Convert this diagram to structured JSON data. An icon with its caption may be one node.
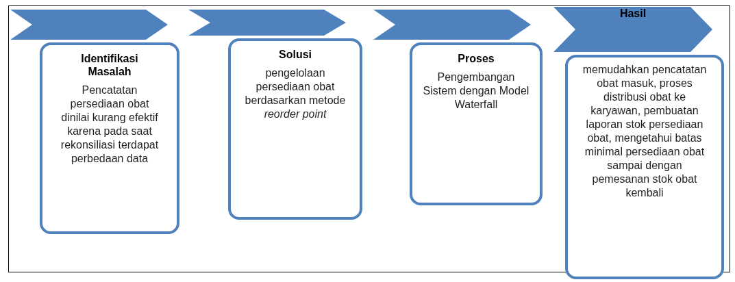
{
  "diagram": {
    "nodes": [
      {
        "text": [],
        "shape": "chevron"
      },
      {
        "text": [
          "Identifikasi Masalah",
          "Pencatatan persediaan obat dinilai kurang efektif karena pada saat rekonsiliasi terdapat perbedaan data"
        ]
      },
      {
        "text": [],
        "shape": "chevron"
      },
      {
        "text": [
          "Solusi",
          "pengelolaan persediaan obat berdasarkan metode *reorder point*"
        ]
      },
      {
        "text": [],
        "shape": "chevron"
      },
      {
        "text": [
          "Proses",
          "Pengembangan Sistem dengan Model Waterfall"
        ]
      },
      {
        "text": [
          "Hasil"
        ]
      },
      {
        "text": [
          "memudahkan pencatatan obat masuk, proses distribusi obat ke karyawan, pembuatan laporan stok persediaan obat, mengetahui batas minimal persediaan obat sampai dengan pemesanan stok obat kembali"
        ]
      }
    ]
  }
}
